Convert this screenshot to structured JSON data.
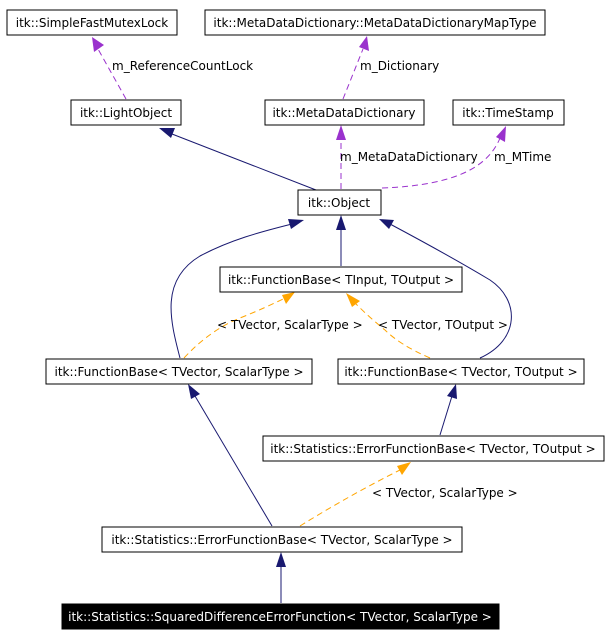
{
  "nodes": {
    "mutex": "itk::SimpleFastMutexLock",
    "maptype": "itk::MetaDataDictionary::MetaDataDictionaryMapType",
    "lightobject": "itk::LightObject",
    "metadict": "itk::MetaDataDictionary",
    "timestamp": "itk::TimeStamp",
    "object": "itk::Object",
    "fb_tinput": "itk::FunctionBase< TInput, TOutput >",
    "fb_tvector_scalar": "itk::FunctionBase< TVector, ScalarType >",
    "fb_tvector_toutput": "itk::FunctionBase< TVector, TOutput >",
    "efb_toutput": "itk::Statistics::ErrorFunctionBase< TVector, TOutput >",
    "efb_scalar": "itk::Statistics::ErrorFunctionBase< TVector, ScalarType >",
    "sqdiff": "itk::Statistics::SquaredDifferenceErrorFunction< TVector, ScalarType >"
  },
  "edge_labels": {
    "refcountlock": "m_ReferenceCountLock",
    "dictionary": "m_Dictionary",
    "metadatadictionary": "m_MetaDataDictionary",
    "mtime": "m_MTime",
    "tpl_scalar_1": "< TVector, ScalarType >",
    "tpl_toutput": "< TVector, TOutput >",
    "tpl_scalar_2": "< TVector, ScalarType >"
  },
  "colors": {
    "inheritance": "#191970",
    "member": "#9a32cd",
    "template": "#ffa500"
  }
}
